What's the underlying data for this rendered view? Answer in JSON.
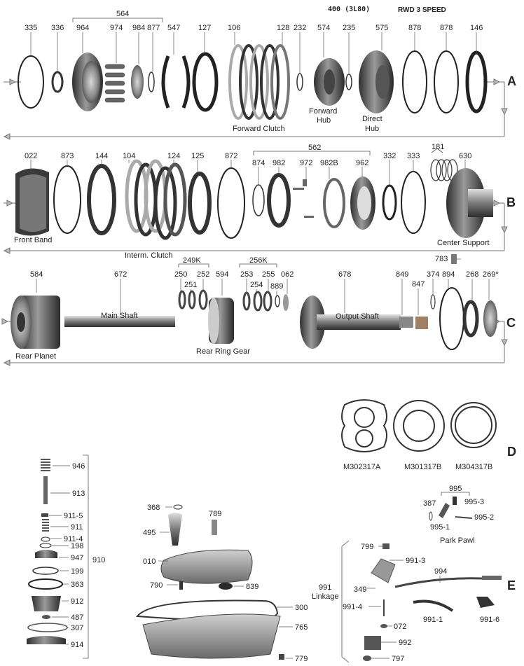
{
  "header": {
    "model": "400 (3L80)",
    "type": "RWD 3 SPEED"
  },
  "row_letters": [
    "A",
    "B",
    "C",
    "D",
    "E"
  ],
  "row_a": {
    "numbers": [
      "335",
      "336",
      "964",
      "974",
      "984",
      "877",
      "547",
      "127",
      "106",
      "128",
      "232",
      "574",
      "235",
      "575",
      "878",
      "878",
      "146"
    ],
    "bracket_564": "564",
    "captions": {
      "forward_clutch": "Forward  Clutch",
      "forward_hub_1": "Forward",
      "forward_hub_2": "Hub",
      "direct_hub_1": "Direct",
      "direct_hub_2": "Hub"
    }
  },
  "row_b": {
    "numbers": [
      "022",
      "873",
      "144",
      "104",
      "124",
      "125",
      "872",
      "874",
      "982",
      "972",
      "982B",
      "962",
      "332",
      "333",
      "181",
      "630"
    ],
    "bracket_562": "562",
    "captions": {
      "front_band": "Front Band",
      "interm_clutch": "Interm. Clutch",
      "center_support": "Center Support"
    }
  },
  "row_c": {
    "numbers": [
      "584",
      "672",
      "250",
      "251",
      "252",
      "594",
      "253",
      "254",
      "255",
      "889",
      "062",
      "678",
      "849",
      "847",
      "374",
      "894",
      "268",
      "269*",
      "783"
    ],
    "bracket_249k": "249K",
    "bracket_256k": "256K",
    "captions": {
      "rear_planet": "Rear Planet",
      "main_shaft": "Main Shaft",
      "rear_ring_gear": "Rear Ring Gear",
      "output_shaft": "Output Shaft"
    }
  },
  "row_d": {
    "gaskets": [
      "M302317A",
      "M301317B",
      "M304317B"
    ]
  },
  "valve_stack": {
    "numbers": [
      "946",
      "913",
      "911-5",
      "911",
      "911-4",
      "198",
      "947",
      "199",
      "363",
      "912",
      "487",
      "307",
      "914"
    ],
    "group": "910"
  },
  "pan": {
    "numbers": [
      "368",
      "789",
      "495",
      "010",
      "790",
      "839",
      "300",
      "765",
      "779"
    ]
  },
  "park_pawl": {
    "numbers": [
      "995",
      "387",
      "995-3",
      "995-1",
      "995-2"
    ],
    "caption": "Park Pawl"
  },
  "linkage": {
    "numbers": [
      "799",
      "991-3",
      "994",
      "349",
      "991-4",
      "072",
      "991-1",
      "991-6",
      "992",
      "797"
    ],
    "group_1": "991",
    "group_2": "Linkage"
  }
}
